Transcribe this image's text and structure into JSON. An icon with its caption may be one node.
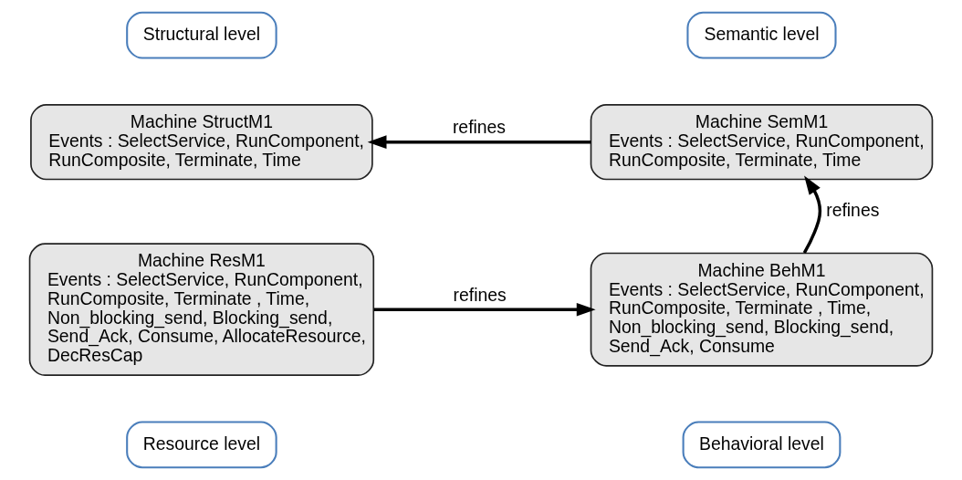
{
  "diagram": {
    "nodes": [
      {
        "text": [
          "Structural level"
        ]
      },
      {
        "text": [
          "Semantic level"
        ]
      },
      {
        "text": [
          "Machine StructM1",
          "Events : SelectService, RunComponent, RunComposite, Terminate, Time"
        ]
      },
      {
        "text": [
          "Machine SemM1",
          "Events : SelectService, RunComponent, RunComposite, Terminate, Time"
        ]
      },
      {
        "text": [
          "Machine ResM1",
          "Events : SelectService, RunComponent, RunComposite, Terminate , Time, Non_blocking_send, Blocking_send, Send_Ack, Consume, AllocateResource, DecResCap"
        ]
      },
      {
        "text": [
          "Machine BehM1",
          "Events : SelectService, RunComponent, RunComposite, Terminate , Time, Non_blocking_send, Blocking_send, Send_Ack, Consume"
        ]
      },
      {
        "text": [
          "Resource level"
        ]
      },
      {
        "text": [
          "Behavioral level"
        ]
      }
    ],
    "edges": [
      {
        "from": 3,
        "to": 2,
        "arrow": "to",
        "label": "refines"
      },
      {
        "from": 5,
        "to": 3,
        "arrow": "to",
        "label": "refines"
      },
      {
        "from": 4,
        "to": 5,
        "arrow": "to",
        "label": "refines"
      }
    ]
  }
}
